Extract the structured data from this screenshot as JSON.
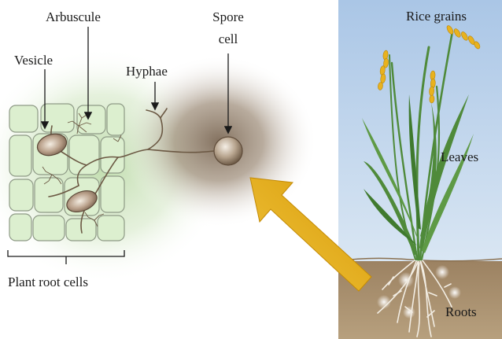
{
  "labels": {
    "arbuscule": "Arbuscule",
    "vesicle": "Vesicle",
    "hyphae": "Hyphae",
    "spore_line1": "Spore",
    "spore_line2": "cell",
    "plant_root_cells": "Plant root cells",
    "rice_grains": "Rice grains",
    "leaves": "Leaves",
    "roots": "Roots"
  },
  "colors": {
    "sky": "#bcd3ea",
    "soil": "#a58c6a",
    "cell_fill": "#dcefcf",
    "cell_stroke": "#8e9a86",
    "green_glow": "#b6d7a0",
    "brown_glow": "#8a7662",
    "hyphae": "#6b5843",
    "arrow": "#e0a50f",
    "leaf": "#4f8a3a",
    "grain": "#e8b21e",
    "root": "#f2ede3"
  }
}
